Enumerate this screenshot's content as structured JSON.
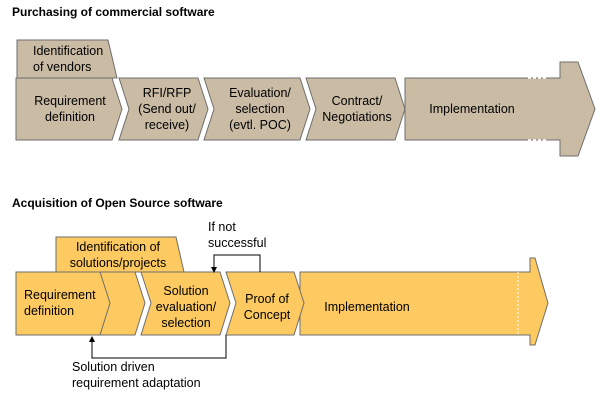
{
  "colors": {
    "commercial_fill": "#c9bba4",
    "open_source_fill": "#fdc961",
    "outline": "#6e6e6e",
    "arrow_line": "#000000"
  },
  "commercial": {
    "title": "Purchasing of commercial software",
    "pre_step": [
      "Identification",
      "of vendors"
    ],
    "steps": [
      {
        "lines": [
          "Requirement",
          "definition"
        ]
      },
      {
        "lines": [
          "RFI/RFP",
          "(Send out/",
          "receive)"
        ]
      },
      {
        "lines": [
          "Evaluation/",
          "selection",
          "(evtl. POC)"
        ]
      },
      {
        "lines": [
          "Contract/",
          "Negotiations"
        ]
      },
      {
        "lines": [
          "Implementation"
        ]
      }
    ]
  },
  "open_source": {
    "title": "Acquisition of Open Source software",
    "pre_step": [
      "Identification of",
      "solutions/projects"
    ],
    "steps": [
      {
        "lines": [
          "Requirement",
          "definition"
        ]
      },
      {
        "lines": [
          ""
        ]
      },
      {
        "lines": [
          "Solution",
          "evaluation/",
          "selection"
        ]
      },
      {
        "lines": [
          "Proof of",
          "Concept"
        ]
      },
      {
        "lines": [
          "Implementation"
        ]
      }
    ],
    "loop_note": [
      "If not",
      "successful"
    ],
    "feedback_note": [
      "Solution driven",
      "requirement adaptation"
    ]
  }
}
